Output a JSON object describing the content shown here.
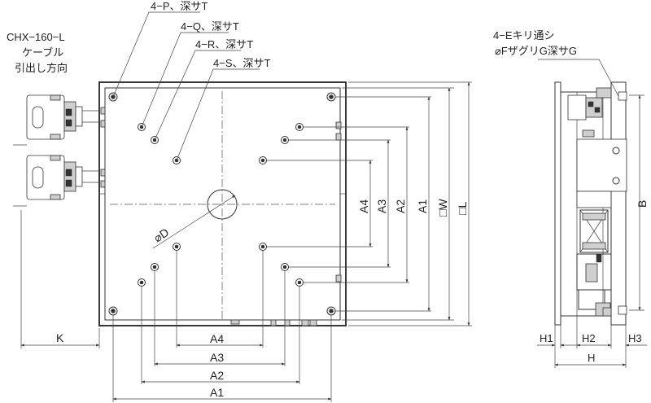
{
  "cable_note": {
    "line1": "CHX−160−L",
    "line2": "ケーブル",
    "line3": "引出し方向"
  },
  "hole_callouts": {
    "p": "4−P、深サT",
    "q": "4−Q、深サT",
    "r": "4−R、深サT",
    "s": "4−S、深サT"
  },
  "side_note": {
    "line1": "4−Eキリ通シ",
    "line2": "⌀FザグリG深サG"
  },
  "dims": {
    "k": "K",
    "a4": "A4",
    "a3": "A3",
    "a2": "A2",
    "a1": "A1",
    "w": "□W",
    "l": "□L",
    "d": "⌀D",
    "b": "B",
    "h1": "H1",
    "h2": "H2",
    "h3": "H3",
    "h": "H"
  }
}
